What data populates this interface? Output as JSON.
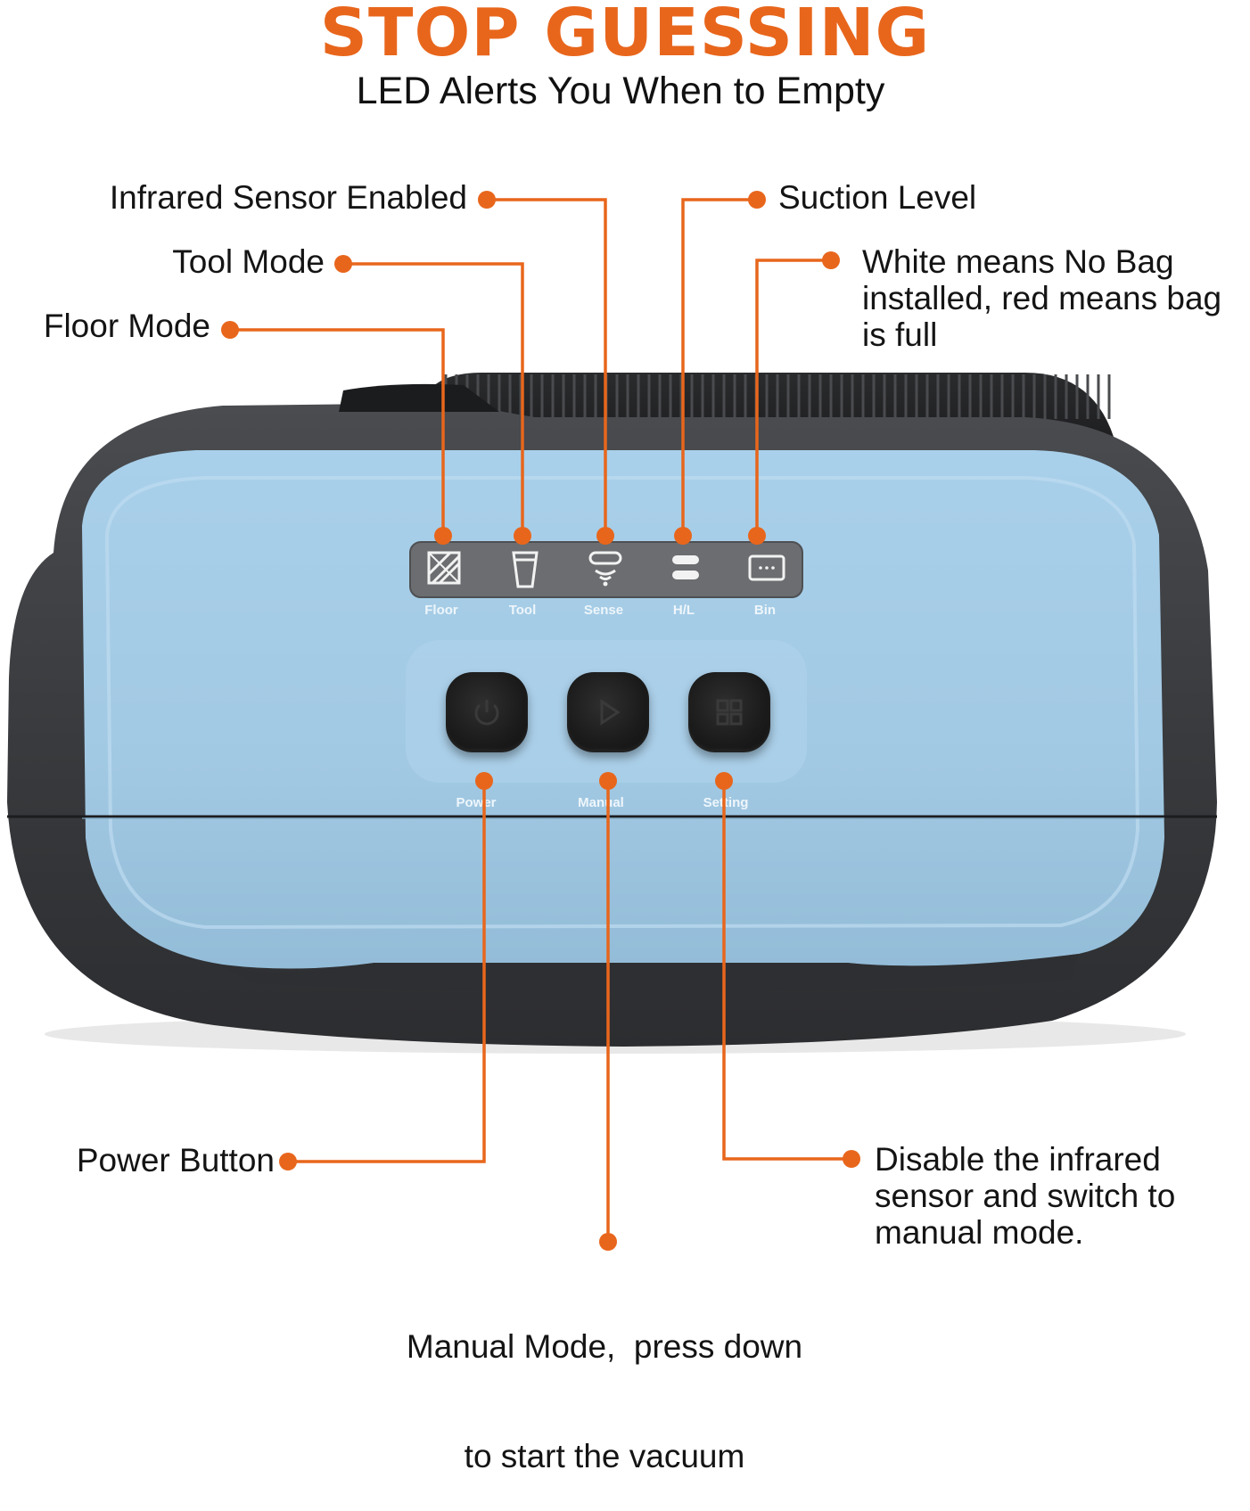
{
  "header": {
    "title": "STOP GUESSING",
    "subtitle": "LED Alerts You When to Empty"
  },
  "colors": {
    "accent": "#e8661c",
    "panel_blue": "#a5cce6",
    "shell": "#3b3d40",
    "text": "#141414"
  },
  "callouts": {
    "infrared": "Infrared Sensor Enabled",
    "tool": "Tool Mode",
    "floor": "Floor Mode",
    "suction": "Suction Level",
    "bag_lines": [
      "White means No Bag",
      "installed, red means bag",
      "is full"
    ],
    "power": "Power Button",
    "setting_lines": [
      "Disable the infrared",
      "sensor and switch to",
      "manual mode."
    ],
    "manual_lines": [
      "Manual Mode,  press down",
      "to start the vacuum"
    ]
  },
  "leds": [
    {
      "label": "Floor",
      "icon": "floor-icon"
    },
    {
      "label": "Tool",
      "icon": "tool-icon"
    },
    {
      "label": "Sense",
      "icon": "sensor-icon"
    },
    {
      "label": "H/L",
      "icon": "suction-level-icon"
    },
    {
      "label": "Bin",
      "icon": "bin-icon"
    }
  ],
  "buttons": [
    {
      "label": "Power",
      "icon": "power-icon"
    },
    {
      "label": "Manual",
      "icon": "play-icon"
    },
    {
      "label": "Setting",
      "icon": "grid-icon"
    }
  ]
}
